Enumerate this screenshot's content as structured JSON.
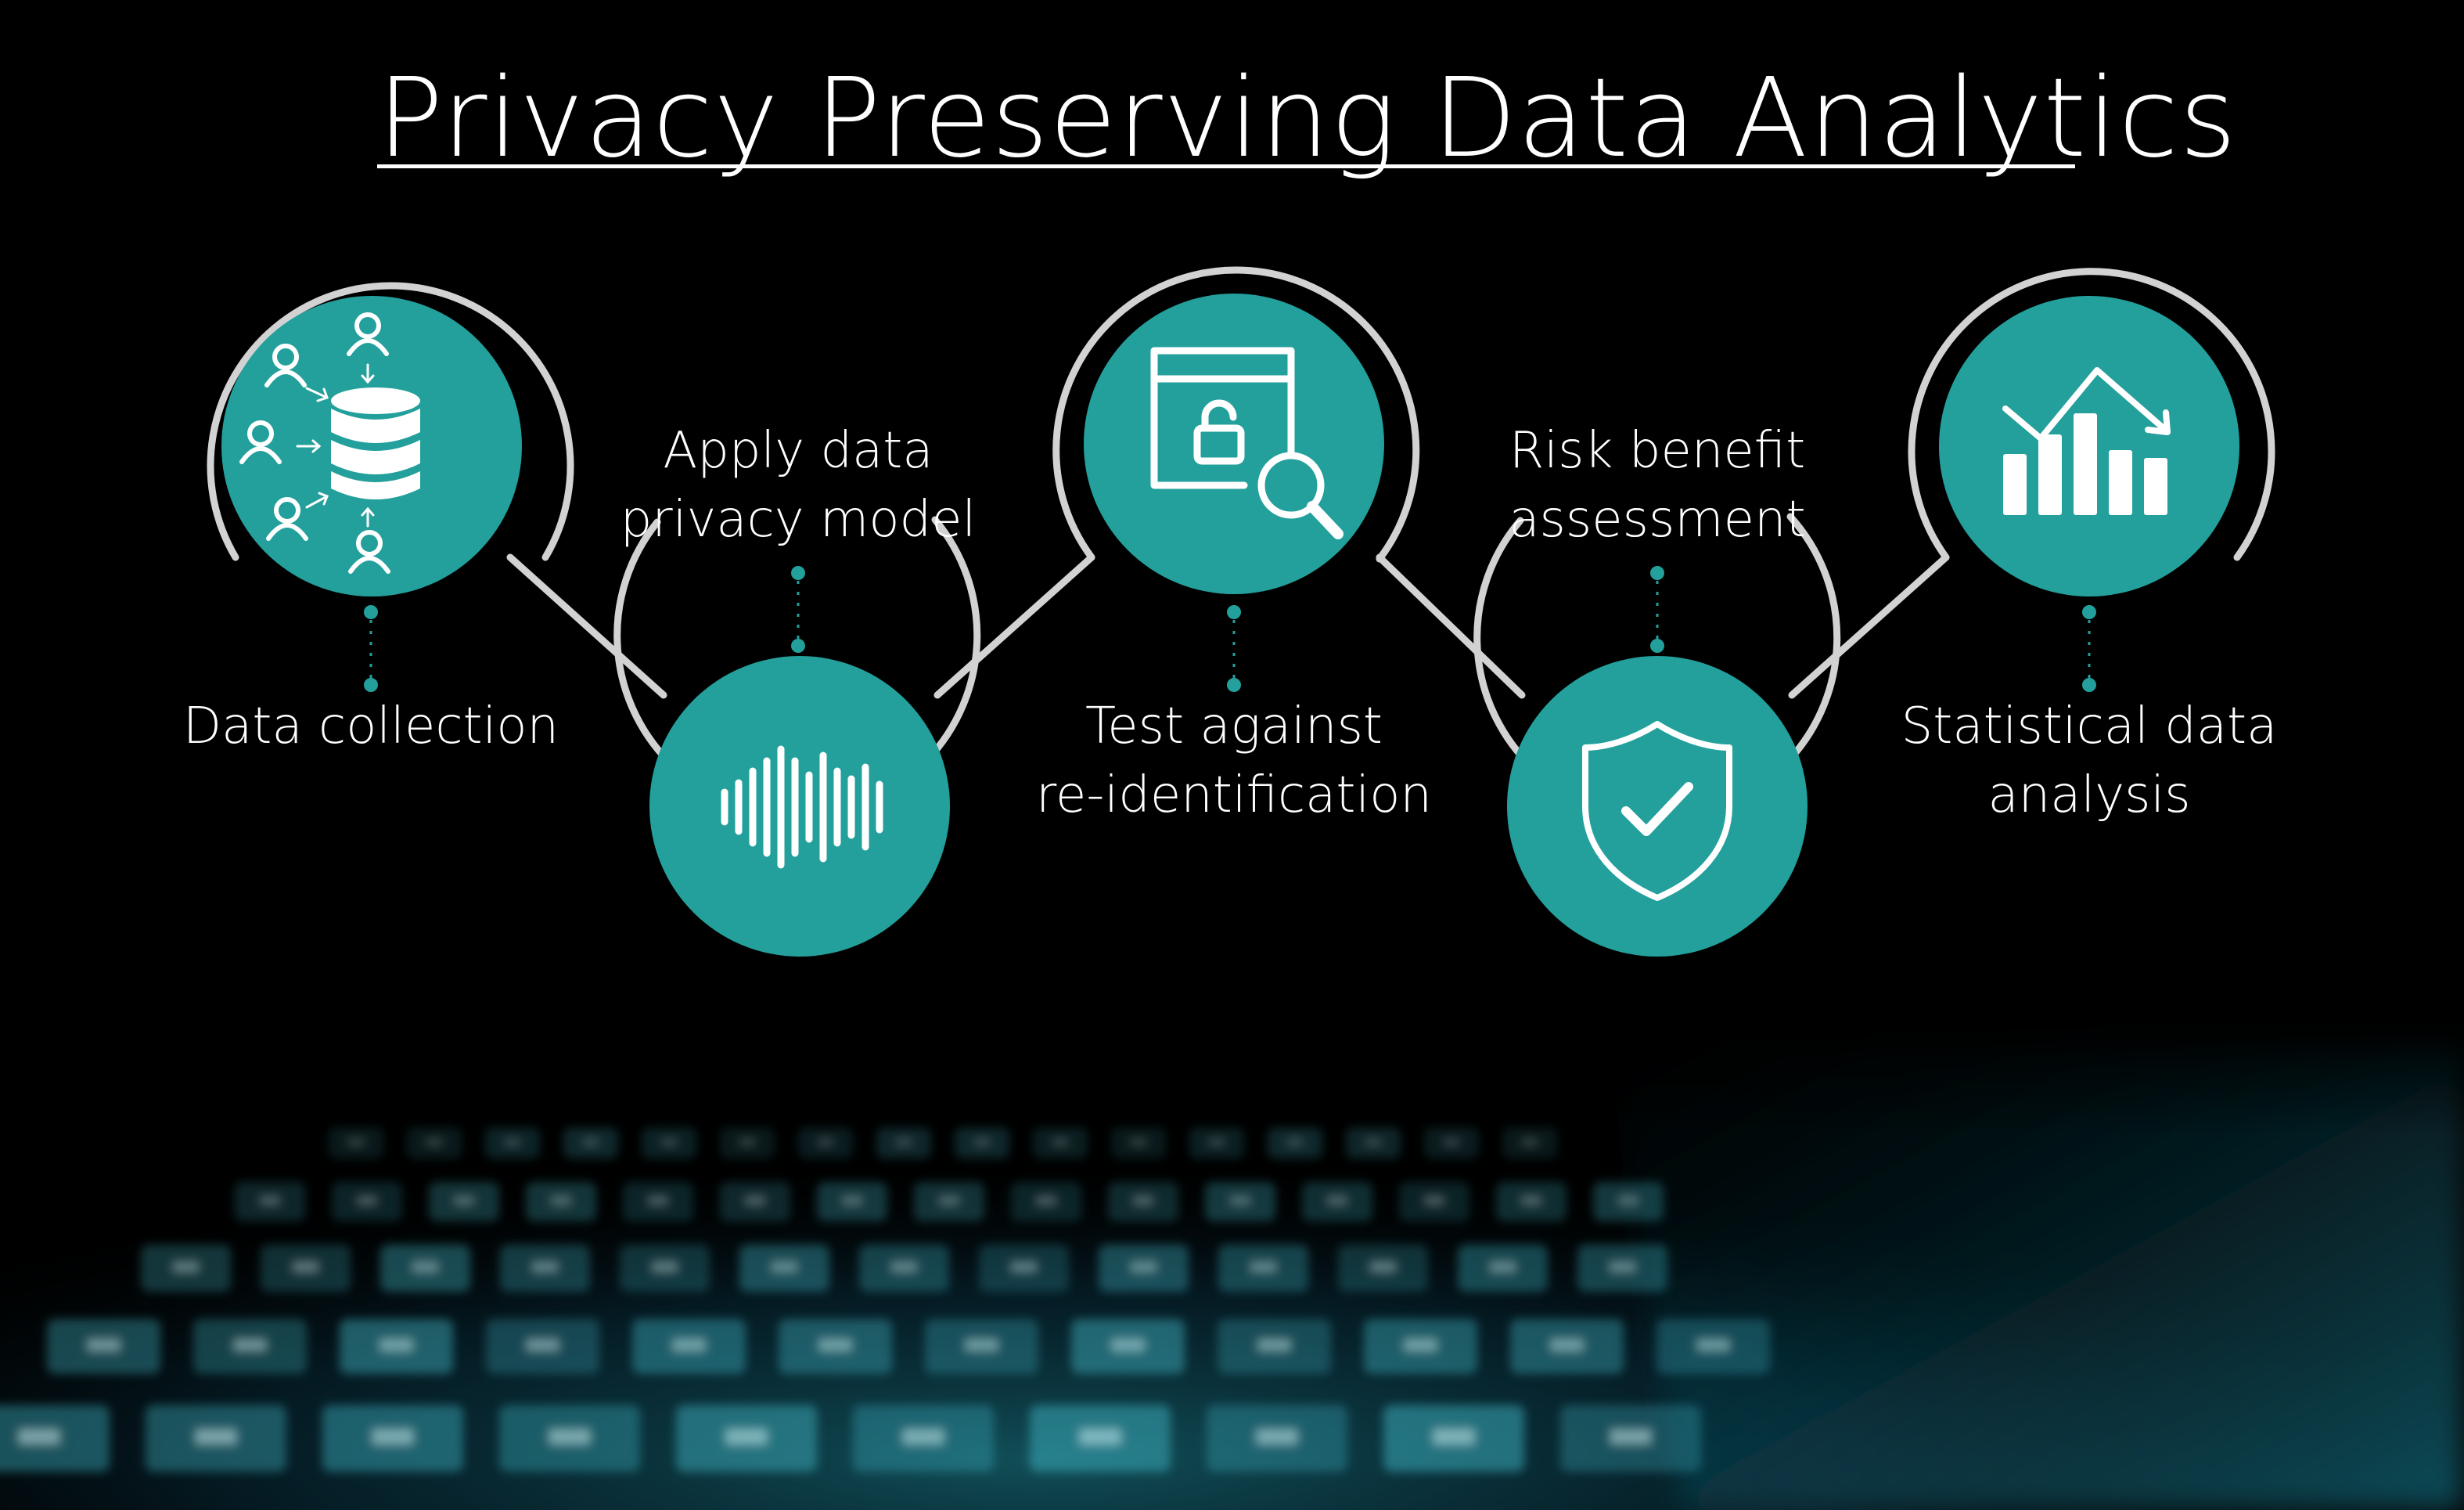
{
  "title": "Privacy Preserving Data Analytics",
  "colors": {
    "background": "#000000",
    "accent": "#23a09c",
    "ring": "#d2d2d2",
    "text": "#ffffff",
    "keyboard_glow": "#1f8fa0"
  },
  "steps": [
    {
      "lines": [
        "Data collection"
      ],
      "icon": "database-users-icon"
    },
    {
      "lines": [
        "Apply data",
        "privacy model"
      ],
      "icon": "sound-wave-icon"
    },
    {
      "lines": [
        "Test against",
        "re-identification"
      ],
      "icon": "locked-window-search-icon"
    },
    {
      "lines": [
        "Risk benefit",
        "assessment"
      ],
      "icon": "shield-check-icon"
    },
    {
      "lines": [
        "Statistical data",
        "analysis"
      ],
      "icon": "bar-chart-down-trend-icon"
    }
  ]
}
